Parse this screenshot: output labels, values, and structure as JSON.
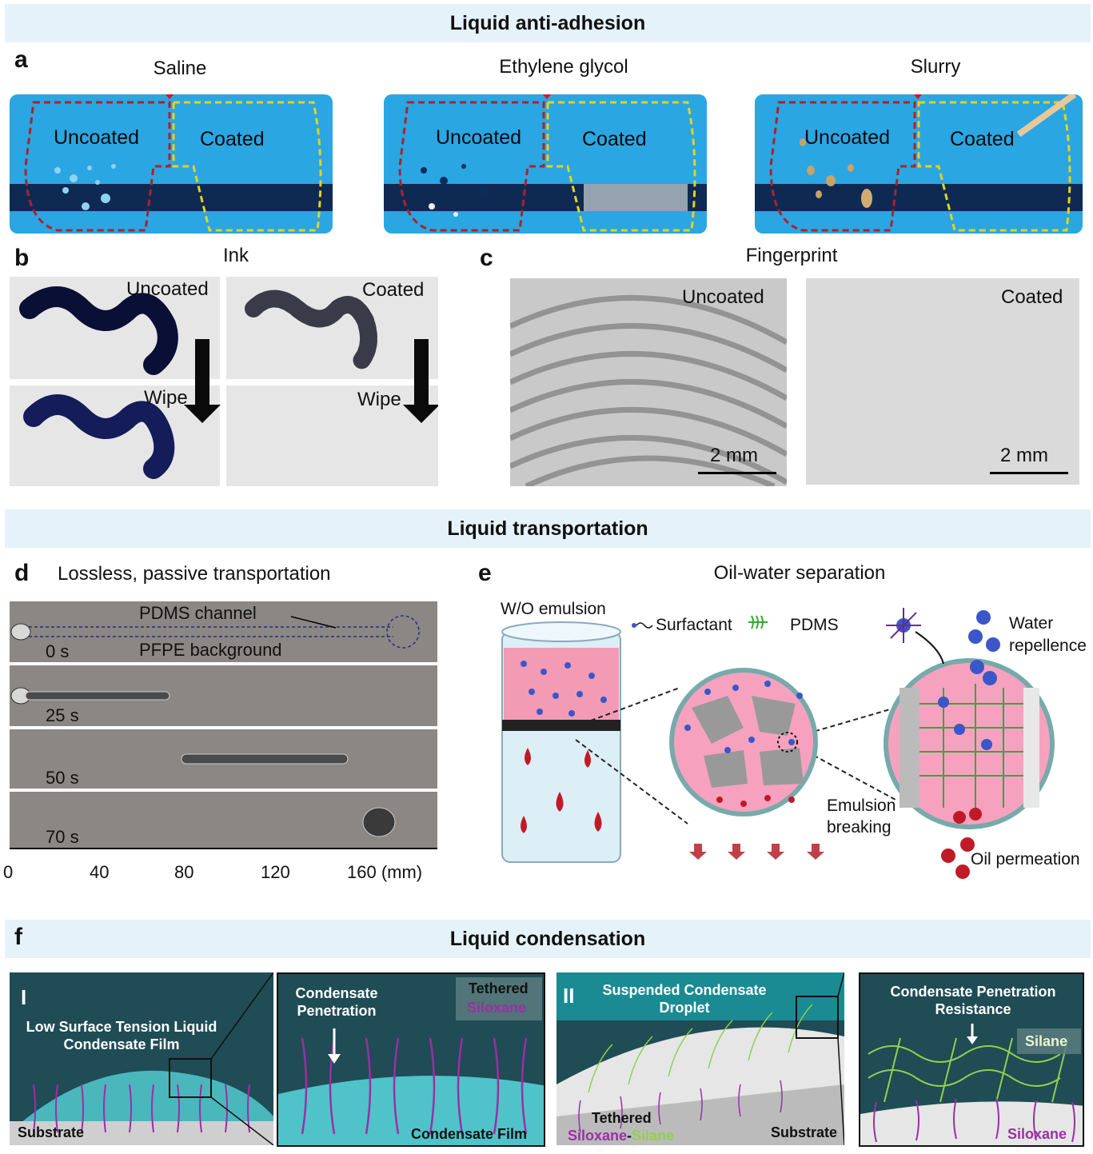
{
  "banners": {
    "anti_adhesion": "Liquid anti-adhesion",
    "transportation": "Liquid transportation",
    "condensation": "Liquid condensation"
  },
  "panel_letters": {
    "a": "a",
    "b": "b",
    "c": "c",
    "d": "d",
    "e": "e",
    "f": "f"
  },
  "panel_a": {
    "liquids": [
      "Saline",
      "Ethylene glycol",
      "Slurry"
    ],
    "uncoated": "Uncoated",
    "coated": "Coated"
  },
  "panel_b": {
    "title": "Ink",
    "uncoated": "Uncoated",
    "coated": "Coated",
    "wipe": "Wipe"
  },
  "panel_c": {
    "title": "Fingerprint",
    "uncoated": "Uncoated",
    "coated": "Coated",
    "scale": "2 mm"
  },
  "panel_d": {
    "title": "Lossless, passive transportation",
    "channel": "PDMS channel",
    "background": "PFPE background",
    "times": [
      "0 s",
      "25 s",
      "50 s",
      "70 s"
    ],
    "axis_ticks": [
      "0",
      "40",
      "80",
      "120",
      "160 (mm)"
    ]
  },
  "panel_e": {
    "title": "Oil-water separation",
    "emulsion": "W/O emulsion",
    "surfactant": "Surfactant",
    "pdms": "PDMS",
    "water": "Water",
    "repellence": "repellence",
    "emulsion_l1": "Emulsion",
    "emulsion_l2": "breaking",
    "oil": "Oil permeation"
  },
  "panel_f": {
    "roman1": "I",
    "roman2": "II",
    "film_l1": "Low Surface Tension Liquid",
    "film_l2": "Condensate Film",
    "substrate": "Substrate",
    "pen_l1": "Condensate",
    "pen_l2": "Penetration",
    "tethered": "Tethered",
    "siloxane": "Siloxane",
    "cond_film": "Condensate Film",
    "susp_l1": "Suspended Condensate",
    "susp_l2": "Droplet",
    "silox_part": "Siloxane",
    "silane_part": "Silane",
    "resist_l1": "Condensate Penetration",
    "resist_l2": "Resistance",
    "silane": "Silane"
  },
  "colors": {
    "banner_bg": "#e6f2fa",
    "goggle_blue": "#2aa6e2",
    "uncoated_dash": "#b0202a",
    "coated_dash": "#e6d21c",
    "siloxane": "#9b2fa6",
    "silane": "#8fd14f"
  }
}
